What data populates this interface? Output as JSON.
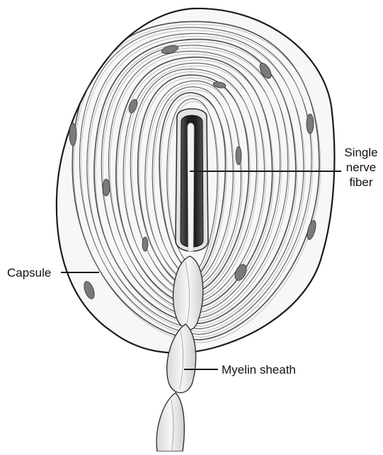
{
  "diagram": {
    "labels": {
      "fiber_line1": "Single",
      "fiber_line2": "nerve",
      "fiber_line3": "fiber",
      "capsule": "Capsule",
      "myelin": "Myelin sheath"
    },
    "colors": {
      "ink": "#1a1a1a",
      "capsule_fill": "#f7f7f7",
      "layer_stroke": "#2e2e2e",
      "core_dark": "#262626",
      "fiber_light": "#f2f2f2",
      "sheath_fill": "#ececec"
    }
  }
}
